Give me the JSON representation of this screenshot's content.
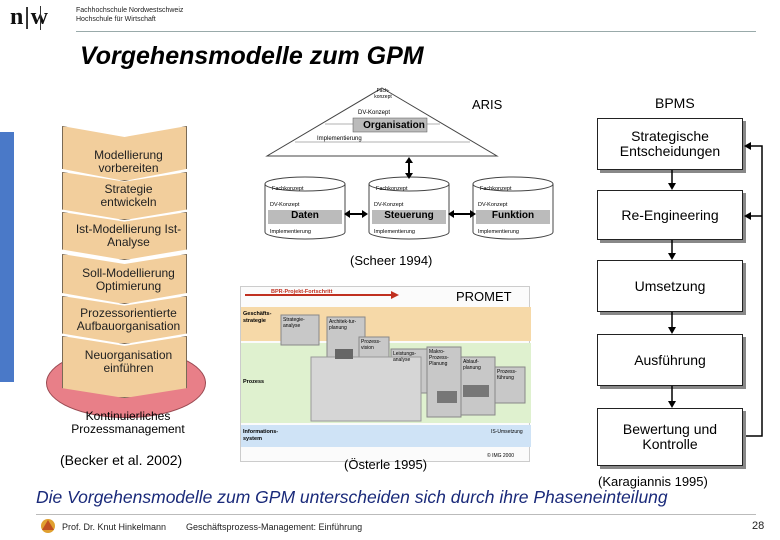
{
  "header": {
    "logo": "n|w",
    "institution_line1": "Fachhochschule Nordwestschweiz",
    "institution_line2": "Hochschule für Wirtschaft"
  },
  "slide": {
    "title": "Vorgehensmodelle zum GPM",
    "bottom_statement": "Die Vorgehensmodelle zum GPM unterscheiden sich durch ihre Phaseneinteilung"
  },
  "becker": {
    "steps": [
      "Modellierung vorbereiten",
      "Strategie entwickeln",
      "Ist-Modellierung Ist-Analyse",
      "Soll-Modellierung Optimierung",
      "Prozessorientierte Aufbauorganisation",
      "Neuorganisation einführen"
    ],
    "base_label": "Kontinuierliches Prozessmanagement",
    "source": "(Becker et al. 2002)",
    "colors": {
      "chevron": "#f2ce9c",
      "base": "#e87f88"
    }
  },
  "aris": {
    "label": "ARIS",
    "roof": {
      "top": "Fach-konzept",
      "mid": "DV-Konzept",
      "name": "Organisation",
      "impl": "Implementierung"
    },
    "views": [
      {
        "top": "Fachkonzept",
        "mid": "DV-Konzept",
        "name": "Daten",
        "impl": "Implementierung"
      },
      {
        "top": "Fachkonzept",
        "mid": "DV-Konzept",
        "name": "Steuerung",
        "impl": "Implementierung"
      },
      {
        "top": "Fachkonzept",
        "mid": "DV-Konzept",
        "name": "Funktion",
        "impl": "Implementierung"
      }
    ],
    "source": "(Scheer 1994)"
  },
  "promet": {
    "label": "PROMET",
    "header": "BPR-Projekt-Fortschritt",
    "rows": [
      "Geschäfts-strategie",
      "Prozess",
      "Informations-system"
    ],
    "steps": [
      "Strategie-analyse",
      "Architek-tur-planung",
      "Prozess-vision",
      "Leistungs-analyse",
      "Makro-Prozess-Planung",
      "Ablauf-planung",
      "Prozess-führung",
      "IS-Umsetzung"
    ],
    "copyright": "© IMG 2000",
    "source": "(Österle 1995)"
  },
  "bpms": {
    "label": "BPMS",
    "phases": [
      "Strategische Entscheidungen",
      "Re-Engineering",
      "Umsetzung",
      "Ausführung",
      "Bewertung und Kontrolle"
    ],
    "source": "(Karagiannis 1995)"
  },
  "footer": {
    "author": "Prof. Dr. Knut Hinkelmann",
    "course": "Geschäftsprozess-Management: Einführung",
    "page": "28"
  }
}
